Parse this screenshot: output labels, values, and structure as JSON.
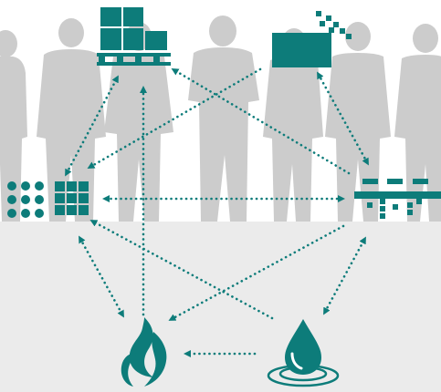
{
  "colors": {
    "accent": "#0d7c7a",
    "silhouette": "#cccccc",
    "floor": "#ebebeb",
    "background": "#ffffff"
  },
  "nodes": [
    {
      "id": "pallet",
      "icon": "pallet-boxes-icon"
    },
    {
      "id": "digital",
      "icon": "digital-screen-pixels-icon"
    },
    {
      "id": "grid",
      "icon": "dots-and-squares-grid-icon"
    },
    {
      "id": "network",
      "icon": "network-grid-icon"
    },
    {
      "id": "fire",
      "icon": "flame-icon"
    },
    {
      "id": "water",
      "icon": "water-drop-icon"
    }
  ],
  "connections": [
    {
      "from": "digital",
      "to": "grid",
      "direction": "one-way"
    },
    {
      "from": "network",
      "to": "pallet",
      "direction": "one-way"
    },
    {
      "from": "grid",
      "to": "pallet",
      "direction": "bidirectional"
    },
    {
      "from": "network",
      "to": "digital",
      "direction": "bidirectional"
    },
    {
      "from": "grid",
      "to": "network",
      "direction": "bidirectional"
    },
    {
      "from": "fire",
      "to": "pallet",
      "direction": "one-way"
    },
    {
      "from": "grid",
      "to": "fire",
      "direction": "bidirectional"
    },
    {
      "from": "network",
      "to": "fire",
      "direction": "one-way"
    },
    {
      "from": "water",
      "to": "grid",
      "direction": "one-way"
    },
    {
      "from": "water",
      "to": "network",
      "direction": "bidirectional"
    },
    {
      "from": "water",
      "to": "fire",
      "direction": "one-way"
    }
  ]
}
